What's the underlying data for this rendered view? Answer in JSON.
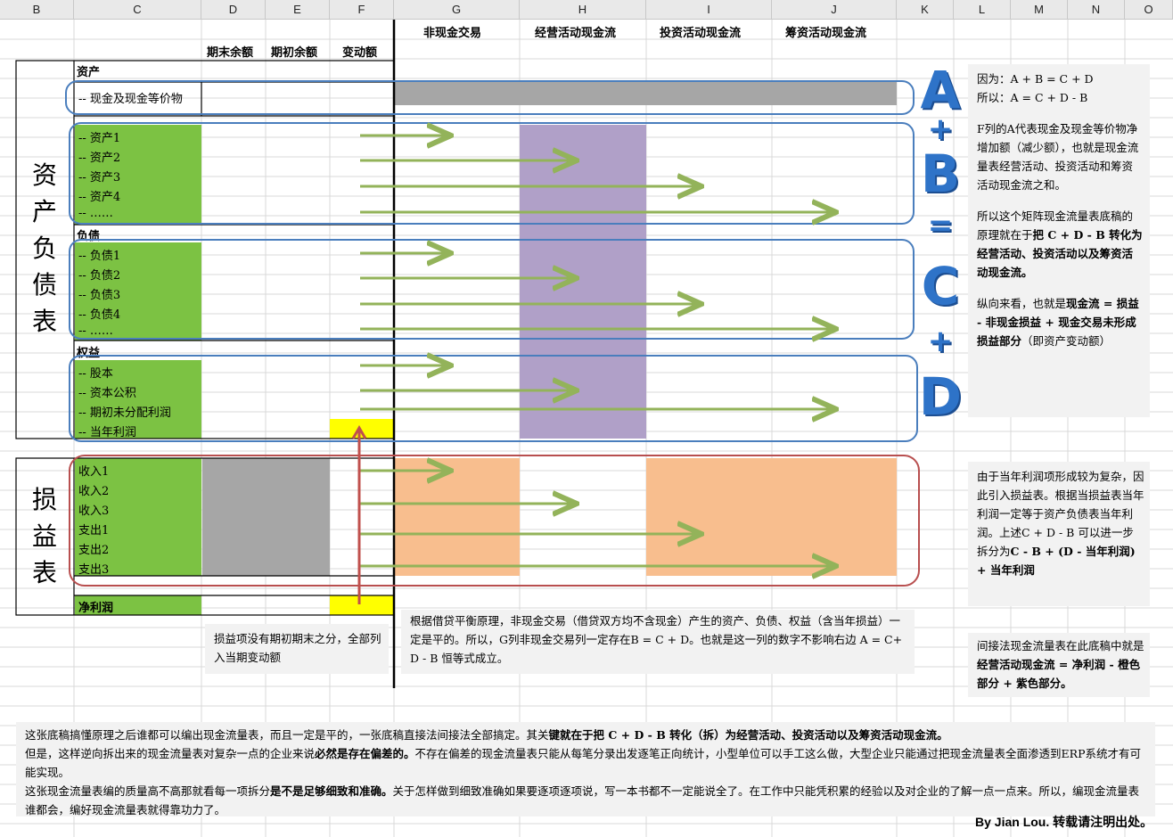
{
  "columns": [
    "B",
    "C",
    "D",
    "E",
    "F",
    "G",
    "H",
    "I",
    "J",
    "K",
    "L",
    "M",
    "N",
    "O"
  ],
  "table_headers": {
    "end_balance": "期末余额",
    "begin_balance": "期初余额",
    "change": "变动额",
    "non_cash": "非现金交易",
    "operating": "经营活动现金流",
    "investing": "投资活动现金流",
    "financing": "筹资活动现金流"
  },
  "balance_sheet": {
    "side_label": [
      "资",
      "产",
      "负",
      "债",
      "表"
    ],
    "assets_header": "资产",
    "cash_row": "-- 现金及现金等价物",
    "assets": [
      "-- 资产1",
      "-- 资产2",
      "-- 资产3",
      "-- 资产4",
      "-- ……"
    ],
    "liabilities_header": "负债",
    "liabilities": [
      "-- 负债1",
      "-- 负债2",
      "-- 负债3",
      "-- 负债4",
      "-- ……"
    ],
    "equity_header": "权益",
    "equity": [
      "-- 股本",
      "-- 资本公积",
      "-- 期初未分配利润",
      "-- 当年利润"
    ]
  },
  "income_statement": {
    "side_label": [
      "损",
      "益",
      "表"
    ],
    "items": [
      "收入1",
      "收入2",
      "收入3",
      "支出1",
      "支出2",
      "支出3"
    ],
    "net_profit": "净利润"
  },
  "equation": {
    "a": "A",
    "plus1": "+",
    "b": "B",
    "eq": "=",
    "c": "C",
    "plus2": "+",
    "d": "D"
  },
  "notes": {
    "right1_l1": "因为：A + B = C + D",
    "right1_l2": "所以：A = C + D - B",
    "right1_p2": "F列的A代表现金及现金等价物净增加额（减少额），也就是现金流量表经营活动、投资活动和筹资活动现金流之和。",
    "right1_p3a": "所以这个矩阵现金流量表底稿的原理就在于",
    "right1_p3b": "把 C + D - B 转化为经营活动、投资活动以及筹资活动现金流。",
    "right1_p4a": "纵向来看，也就是",
    "right1_p4b": "现金流 = 损益 - 非现金损益 + 现金交易未形成损益部分",
    "right1_p4c": "（即资产变动额）",
    "right2a": "由于当年利润项形成较为复杂，因此引入损益表。根据当损益表当年利润一定等于资产负债表当年利润。上述C + D - B 可以进一步拆分为",
    "right2b": "C - B + (D - 当年利润) + 当年利润",
    "right3a": "间接法现金流量表在此底稿中就是",
    "right3b": "经营活动现金流 = 净利润 - 橙色部分 + 紫色部分。",
    "mid_left": "损益项没有期初期末之分，全部列入当期变动额",
    "mid_center": "根据借贷平衡原理，非现金交易（借贷双方均不含现金）产生的资产、负债、权益（含当年损益）一定是平的。所以，G列非现金交易列一定存在B = C + D。也就是这一列的数字不影响右边 A = C+ D - B 恒等式成立。",
    "bottom_1a": "这张底稿搞懂原理之后谁都可以编出现金流量表，而且一定是平的，一张底稿直接法间接法全部搞定。其关",
    "bottom_1b": "键就在于把 C + D - B 转化（拆）为经营活动、投资活动以及筹资活动现金流。",
    "bottom_2a": "但是，这样逆向拆出来的现金流量表对复杂一点的企业来说",
    "bottom_2b": "必然是存在偏差的。",
    "bottom_2c": "不存在偏差的现金流量表只能从每笔分录出发逐笔正向统计，小型单位可以手工这么做，大型企业只能通过把现金流量表全面渗透到ERP系统才有可能实现。",
    "bottom_3a": "这张现金流量表编的质量高不高那就看每一项拆分",
    "bottom_3b": "是不是足够细致和准确。",
    "bottom_3c": "关于怎样做到细致准确如果要逐项逐项说，写一本书都不一定能说全了。在工作中只能凭积累的经验以及对企业的了解一点一点来。所以，编现金流量表谁都会，编好现金流量表就得靠功力了。",
    "signature": "By Jian Lou. 转载请注明出处。"
  },
  "colors": {
    "green": "#7cc243",
    "purple": "#b0a0c8",
    "orange": "#f8be8e",
    "gray": "#a6a6a6",
    "yellow": "#ffff00",
    "arrow": "#93b35a",
    "blue_box": "#4a7ebd",
    "red_box": "#b84f4f",
    "red_arrow": "#c0504d"
  }
}
